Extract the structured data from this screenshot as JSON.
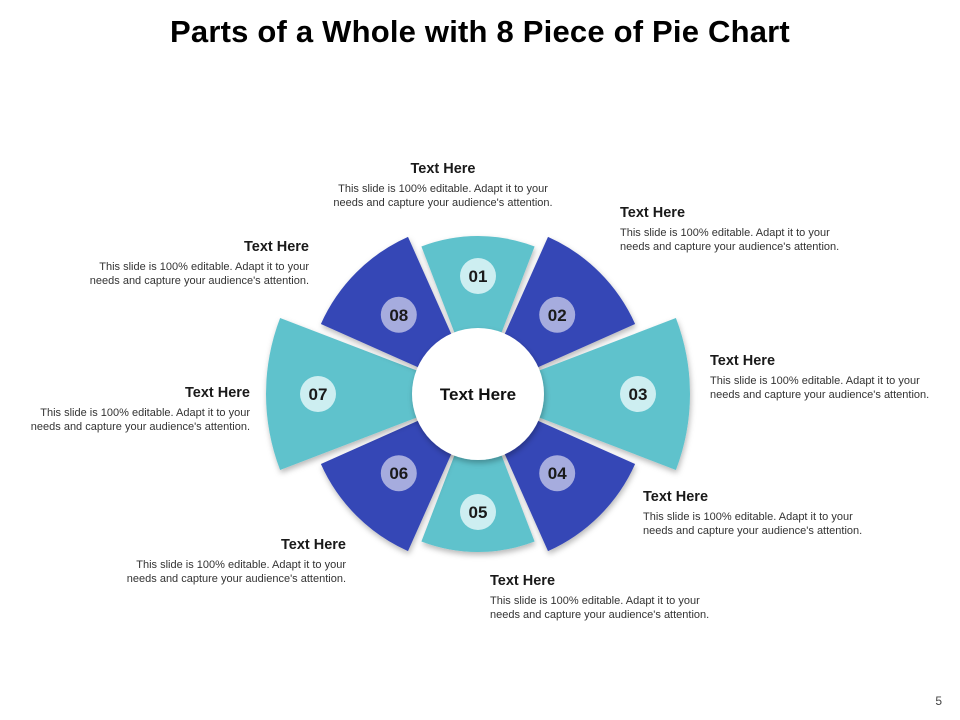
{
  "title": "Parts of a Whole with 8 Piece of Pie Chart",
  "center_label": "Text Here",
  "page_number": "5",
  "colors": {
    "dark": "#3447b6",
    "light": "#5ec2cc",
    "badge_dark": "#a6acde",
    "badge_light": "#cdeef1"
  },
  "segments": [
    {
      "number": "01",
      "heading": "Text Here",
      "desc1": "This slide is 100% editable. Adapt it to your",
      "desc2": "needs and capture your audience's attention."
    },
    {
      "number": "02",
      "heading": "Text Here",
      "desc1": "This slide is 100% editable. Adapt it to your",
      "desc2": "needs and capture your audience's attention."
    },
    {
      "number": "03",
      "heading": "Text Here",
      "desc1": "This slide is 100% editable. Adapt it to your",
      "desc2": "needs and capture your audience's attention."
    },
    {
      "number": "04",
      "heading": "Text Here",
      "desc1": "This slide is 100% editable. Adapt it to your",
      "desc2": "needs and capture your audience's attention."
    },
    {
      "number": "05",
      "heading": "Text Here",
      "desc1": "This slide is 100% editable. Adapt it to your",
      "desc2": "needs and capture your audience's attention."
    },
    {
      "number": "06",
      "heading": "Text Here",
      "desc1": "This slide is 100% editable. Adapt it to your",
      "desc2": "needs and capture your audience's attention."
    },
    {
      "number": "07",
      "heading": "Text Here",
      "desc1": "This slide is 100% editable. Adapt it to your",
      "desc2": "needs and capture your audience's attention."
    },
    {
      "number": "08",
      "heading": "Text Here",
      "desc1": "This slide is 100% editable. Adapt it to your",
      "desc2": "needs and capture your audience's attention."
    }
  ]
}
